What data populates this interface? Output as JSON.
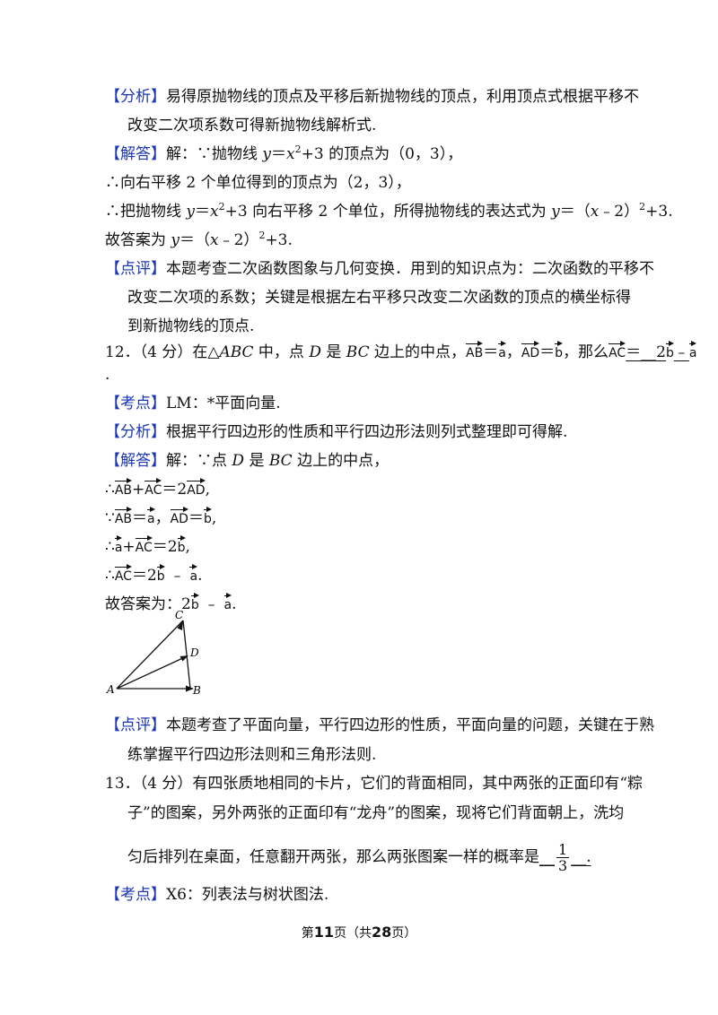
{
  "p11_analysis": {
    "tag": "【分析】",
    "line1": "易得原抛物线的顶点及平移后新抛物线的顶点，利用顶点式根据平移不",
    "line2": "改变二次项系数可得新抛物线解析式."
  },
  "p11_answer": {
    "tag": "【解答】",
    "l1a": "解：∵抛物线 ",
    "l1b": "y",
    "l1c": "＝",
    "l1d": "x",
    "l1e": "2",
    "l1f": "+3 的顶点为（0，3），",
    "l2": "∴向右平移 2 个单位得到的顶点为（2，3），",
    "l3a": "∴把抛物线 ",
    "l3b": "y",
    "l3c": "＝",
    "l3d": "x",
    "l3e": "2",
    "l3f": "+3 向右平移 2 个单位，所得抛物线的表达式为 ",
    "l3g": "y",
    "l3h": "＝（",
    "l3i": "x",
    "l3j": "﹣2）",
    "l3k": "2",
    "l3l": "+3.",
    "l4a": "故答案为 ",
    "l4b": "y",
    "l4c": "＝（",
    "l4d": "x",
    "l4e": "﹣2）",
    "l4f": "2",
    "l4g": "+3."
  },
  "p11_comment": {
    "tag": "【点评】",
    "line1": "本题考查二次函数图象与几何变换．用到的知识点为：二次函数的平移不",
    "line2": "改变二次项的系数；关键是根据左右平移只改变二次函数的顶点的横坐标得",
    "line3": "到新抛物线的顶点."
  },
  "q12": {
    "num": "12．（4 分）在△",
    "abc": "ABC",
    "mid1": " 中，点 ",
    "d": "D",
    "mid2": " 是 ",
    "bc": "BC",
    "mid3": " 边上的中点，",
    "vAB": "AB",
    "eq": "＝",
    "va": "a",
    "comma": "，",
    "vAD": "AD",
    "vb": "b",
    "then": "，那么",
    "vAC": "AC",
    "ans_pre": "＝__2",
    "ans_b": "b",
    "ans_mid": "﹣",
    "ans_a": "a",
    "dot": "."
  },
  "q12_point": {
    "tag": "【考点】",
    "text": "LM：*平面向量."
  },
  "q12_analysis": {
    "tag": "【分析】",
    "text": "根据平行四边形的性质和平行四边形法则列式整理即可得解."
  },
  "q12_answer": {
    "tag": "【解答】",
    "l1a": "解：∵点 ",
    "l1b": "D",
    "l1c": " 是 ",
    "l1d": "BC",
    "l1e": " 边上的中点，",
    "l2a": "∴",
    "vAB": "AB",
    "plus": "+",
    "vAC": "AC",
    "l2b": "＝2",
    "vAD": "AD",
    "l2c": ",",
    "l3a": "∵",
    "l3b": "＝",
    "l3c": "，",
    "l3d": "＝",
    "va": "a",
    "vb": "b",
    "l4a": "∴",
    "l4b": "+",
    "l4c": "＝2",
    "l4d": ",",
    "l5a": "∴",
    "l5b": "＝2",
    "l5c": " ﹣ ",
    "l5d": ".",
    "l6a": "故答案为：2",
    "l6b": " ﹣ ",
    "l6c": "."
  },
  "figure": {
    "A": "A",
    "B": "B",
    "C": "C",
    "D": "D"
  },
  "q12_comment": {
    "tag": "【点评】",
    "line1": "本题考查了平面向量，平行四边形的性质，平面向量的问题，关键在于熟",
    "line2": "练掌握平行四边形法则和三角形法则."
  },
  "q13": {
    "line1": "13．（4 分）有四张质地相同的卡片，它们的背面相同，其中两张的正面印有“粽",
    "line2": "子”的图案，另外两张的正面印有“龙舟”的图案，现将它们背面朝上，洗均",
    "line3a": "匀后排列在桌面，任意翻开两张，那么两张图案一样的概率是",
    "line3b": "__",
    "num": "1",
    "den": "3",
    "line3c": "__."
  },
  "q13_point": {
    "tag": "【考点】",
    "text": "X6：列表法与树状图法."
  },
  "footer": {
    "a": "第",
    "page": "11",
    "b": "页（共",
    "total": "28",
    "c": "页）"
  }
}
